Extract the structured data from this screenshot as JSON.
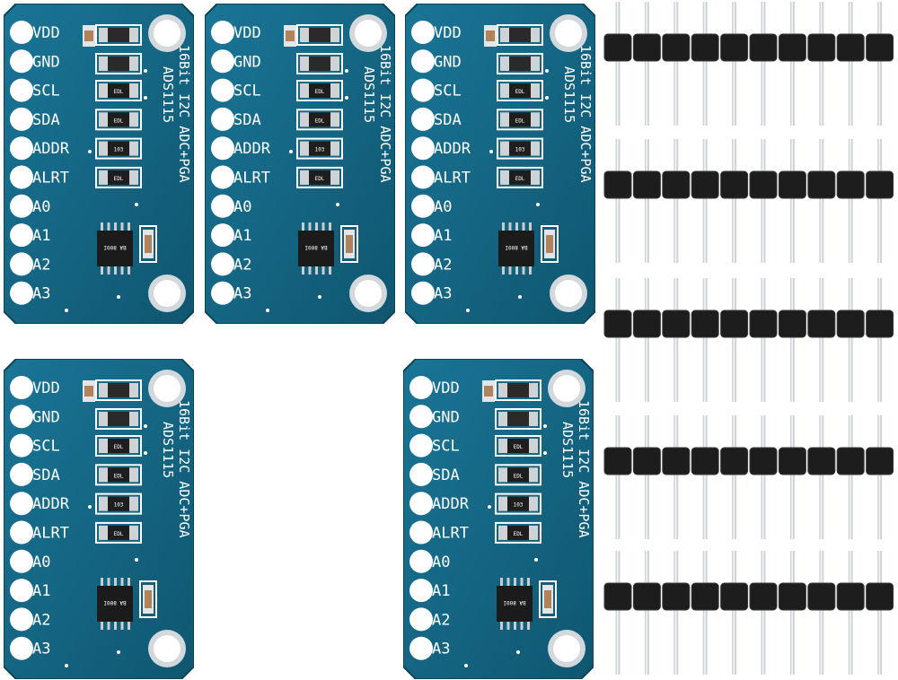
{
  "board": {
    "pin_labels": [
      "VDD",
      "GND",
      "SCL",
      "SDA",
      "ADDR",
      "ALRT",
      "A0",
      "A1",
      "A2",
      "A3"
    ],
    "title_line1": "16Bit I2C ADC+PGA",
    "title_line2": "ADS1115",
    "resistor_codes": [
      "EDL",
      "EDL",
      "103",
      "EDL"
    ],
    "chip_marking": "BA 800I",
    "pcb_color": "#12627f",
    "pcb_edge_color": "#0d4f68"
  },
  "boards_count": 5,
  "pin_headers": {
    "count": 5,
    "pins_per_header": 10,
    "housing_color": "#1d1d1d",
    "pin_color": "#cfd3d6"
  }
}
